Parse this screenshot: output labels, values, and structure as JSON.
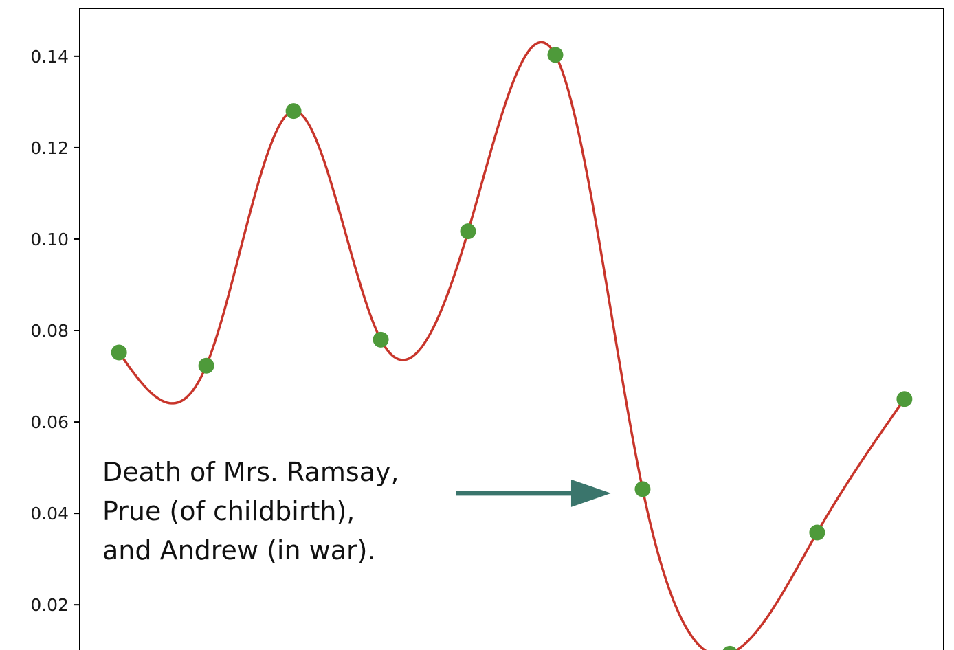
{
  "chart_data": {
    "type": "line",
    "x": [
      0,
      1,
      2,
      3,
      4,
      5,
      6,
      7,
      8,
      9
    ],
    "y": [
      0.0752,
      0.0723,
      0.128,
      0.078,
      0.1017,
      0.1403,
      0.0453,
      0.0093,
      0.0358,
      0.065
    ],
    "xlim": [
      -0.45,
      9.45
    ],
    "ylim": [
      0.0077,
      0.1505
    ],
    "yticks": [
      "0.02",
      "0.04",
      "0.06",
      "0.08",
      "0.10",
      "0.12",
      "0.14"
    ],
    "ytick_values": [
      0.02,
      0.04,
      0.06,
      0.08,
      0.1,
      0.12,
      0.14
    ],
    "line_color": "#c8352b",
    "point_color": "#4e9a3a",
    "arrow_color": "#3a756c",
    "grid": false,
    "annotation": {
      "lines": [
        "Death of Mrs. Ramsay,",
        "Prue (of childbirth),",
        "and Andrew (in war)."
      ],
      "target_index": 6
    }
  }
}
